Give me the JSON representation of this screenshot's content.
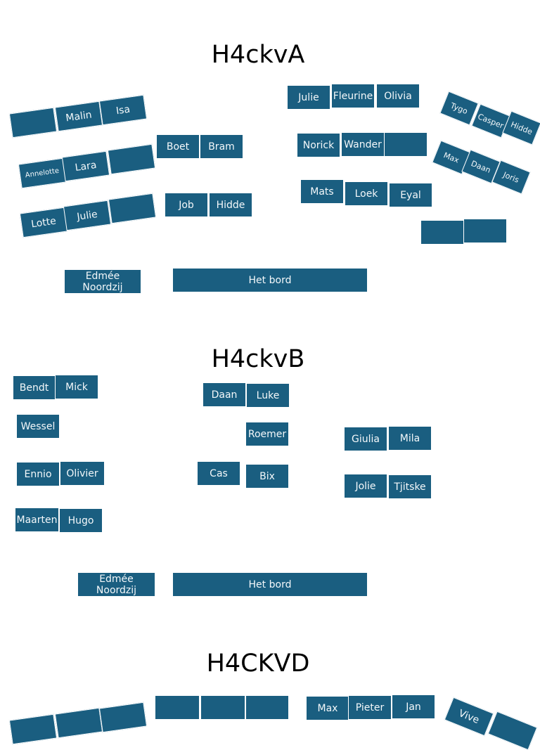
{
  "rooms": [
    {
      "title": "H4ckvA",
      "teacher": "Edmée Noordzij",
      "board": "Het bord",
      "seats": [
        "",
        "Malin",
        "Isa",
        "Annelotte",
        "Lara",
        "",
        "Lotte",
        "Julie",
        "",
        "Boet",
        "Bram",
        "Job",
        "Hidde",
        "Julie",
        "Fleurine",
        "Olivia",
        "Norick",
        "Wander",
        "",
        "Mats",
        "Loek",
        "Eyal",
        "Tygo",
        "Casper",
        "Hidde",
        "Max",
        "Daan",
        "Joris",
        "",
        ""
      ]
    },
    {
      "title": "H4ckvB",
      "teacher": "Edmée Noordzij",
      "board": "Het bord",
      "seats": [
        "Bendt",
        "Mick",
        "Wessel",
        "Ennio",
        "Olivier",
        "Maarten",
        "Hugo",
        "Daan",
        "Luke",
        "Roemer",
        "Cas",
        "Bix",
        "Giulia",
        "Mila",
        "Jolie",
        "Tjitske"
      ]
    },
    {
      "title": "H4CKVD",
      "seats": [
        "",
        "",
        "",
        "",
        "",
        "",
        "Max",
        "Pieter",
        "Jan",
        "Vive",
        ""
      ]
    }
  ]
}
